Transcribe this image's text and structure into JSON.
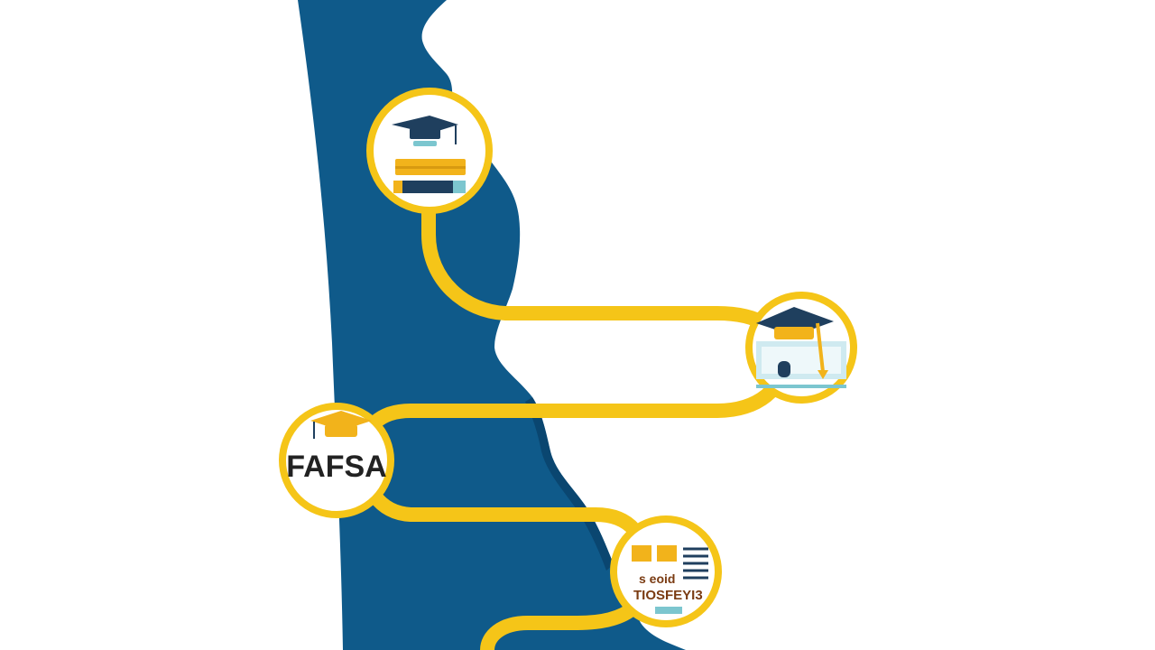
{
  "colors": {
    "background": "#ffffff",
    "state_fill": "#0f5a8a",
    "state_shadow": "#0a4670",
    "path": "#f5c518",
    "node_ring": "#f5c518",
    "node_fill": "#ffffff",
    "navy": "#1f3f5e",
    "gold": "#f2b31b",
    "teal": "#7cc6cf"
  },
  "nodes": [
    {
      "id": "books-cap",
      "icon": "graduation-cap-on-books-icon",
      "label": ""
    },
    {
      "id": "college",
      "icon": "graduation-cap-on-building-icon",
      "label": ""
    },
    {
      "id": "fafsa",
      "icon": "graduation-cap-icon",
      "label": "FAFSA"
    },
    {
      "id": "scholarship",
      "icon": "document-icon",
      "label_line1": "s eoid",
      "label_line2": "TIOSFEYI3"
    }
  ]
}
